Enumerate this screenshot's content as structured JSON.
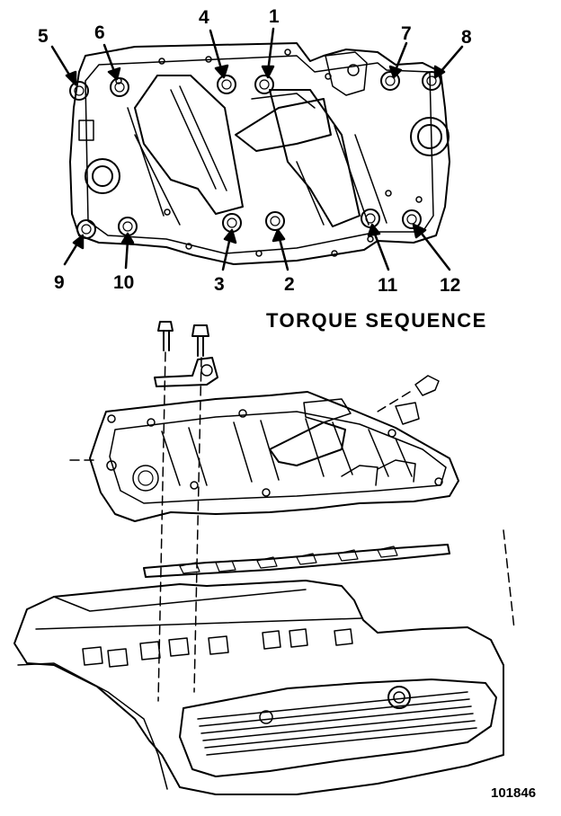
{
  "caption": "TORQUE SEQUENCE",
  "figure_number": "101846",
  "sequence_labels": [
    "1",
    "2",
    "3",
    "4",
    "5",
    "6",
    "7",
    "8",
    "9",
    "10",
    "11",
    "12"
  ]
}
